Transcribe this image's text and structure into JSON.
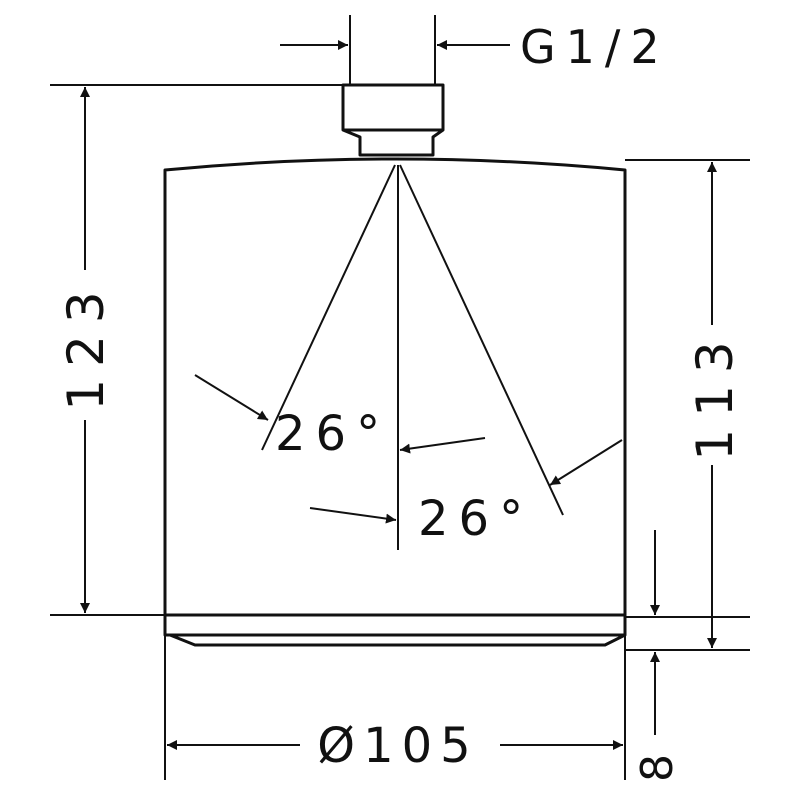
{
  "dimensions": {
    "thread": "G1/2",
    "total_height": "123",
    "body_height": "113",
    "diameter": "Ø105",
    "face_depth": "8",
    "angle_left": "26°",
    "angle_right": "26°"
  },
  "colors": {
    "line": "#111111",
    "background": "#ffffff"
  }
}
